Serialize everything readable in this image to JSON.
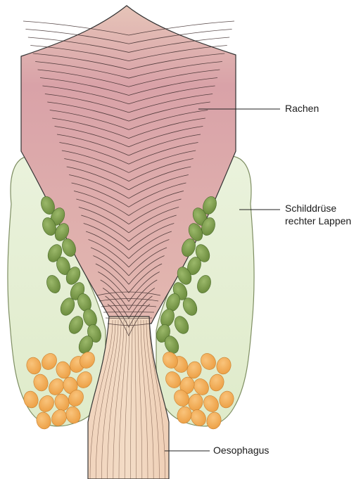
{
  "labels": {
    "pharynx": "Rachen",
    "thyroid_line1": "Schilddrüse",
    "thyroid_line2": "rechter Lappen",
    "esophagus": "Oesophagus"
  },
  "colors": {
    "pharynx_fill": "#d9a3a7",
    "pharynx_light": "#e8c4b6",
    "thyroid_fill": "#e6f0d2",
    "thyroid_edge": "#8a9a6a",
    "green_nodule": "#7a9a4a",
    "orange_nodule": "#f0b060",
    "esophagus_fill": "#f0cfb6",
    "stroke": "#333333"
  }
}
